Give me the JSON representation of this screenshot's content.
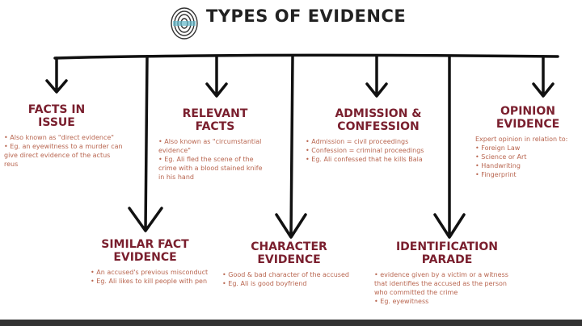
{
  "title": "TYPES OF EVIDENCE",
  "colors": {
    "heading": "#7a1f2e",
    "bullet": "#b8654f",
    "line": "#111111"
  },
  "sections": [
    {
      "heading": [
        "FACTS IN",
        "ISSUE"
      ],
      "bullets": [
        "• Also known as \"direct evidence\"",
        "• Eg. an eyewitness to a murder can give direct evidence of the actus reus"
      ]
    },
    {
      "heading": [
        "RELEVANT",
        "FACTS"
      ],
      "bullets": [
        "• Also known as \"circumstantial evidence\"",
        "• Eg. Ali fled the scene of the crime with a blood stained knife in his hand"
      ]
    },
    {
      "heading": [
        "ADMISSION &",
        "CONFESSION"
      ],
      "bullets": [
        "• Admission = civil proceedings",
        "• Confession = criminal proceedings",
        "• Eg. Ali confessed that he kills Bala"
      ]
    },
    {
      "heading": [
        "OPINION",
        "EVIDENCE"
      ],
      "bullets": [
        "Expert opinion in relation to:",
        "• Foreign Law",
        "• Science or Art",
        "• Handwriting",
        "• Fingerprint"
      ]
    },
    {
      "heading": [
        "SIMILAR FACT",
        "EVIDENCE"
      ],
      "bullets": [
        "• An accused's previous misconduct",
        "• Eg. Ali likes to kill people with pen"
      ]
    },
    {
      "heading": [
        "CHARACTER",
        "EVIDENCE"
      ],
      "bullets": [
        "• Good & bad character of the accused",
        "• Eg. Ali is good boyfriend"
      ]
    },
    {
      "heading": [
        "IDENTIFICATION",
        "PARADE"
      ],
      "bullets": [
        "• evidence given by a victim or a witness that identifies the accused as the person who committed the crime",
        "• Eg. eyewitness"
      ]
    }
  ]
}
